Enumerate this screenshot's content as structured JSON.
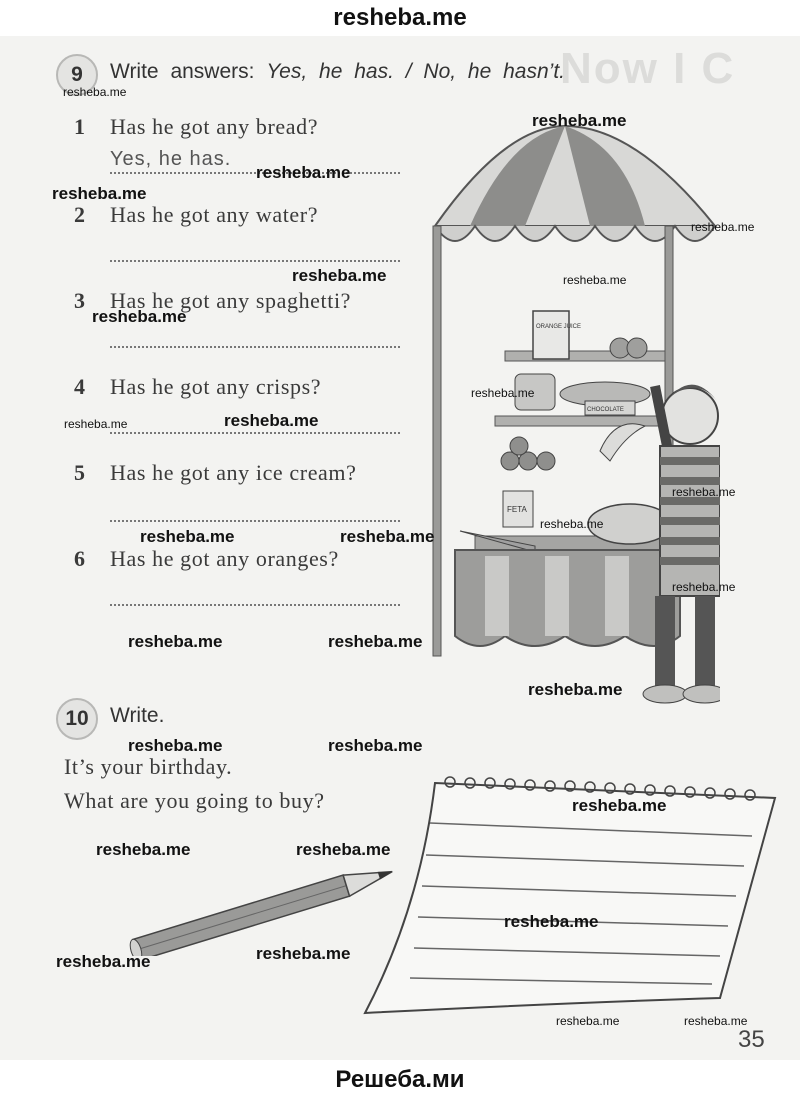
{
  "site": {
    "header": "resheba.me",
    "footer": "Решеба.ми"
  },
  "ex9": {
    "number": "9",
    "instruction_plain": "Write answers: ",
    "instruction_italic": "Yes, he has. / No, he hasn’t.",
    "example_answer": "Yes, he has.",
    "questions": [
      {
        "num": "1",
        "text": "Has he got any bread?"
      },
      {
        "num": "2",
        "text": "Has he got any water?"
      },
      {
        "num": "3",
        "text": "Has he got any spaghetti?"
      },
      {
        "num": "4",
        "text": "Has he got any crisps?"
      },
      {
        "num": "5",
        "text": "Has he got any ice cream?"
      },
      {
        "num": "6",
        "text": "Has he got any oranges?"
      }
    ]
  },
  "ex10": {
    "number": "10",
    "instruction": "Write.",
    "line1": "It’s your birthday.",
    "line2": "What are you going to buy?"
  },
  "illustration": {
    "orange_juice_label": "ORANGE JUICE",
    "chocolate_label": "CHOCOLATE",
    "feta_label": "FETA"
  },
  "page_number": "35",
  "watermark": "resheba.me"
}
